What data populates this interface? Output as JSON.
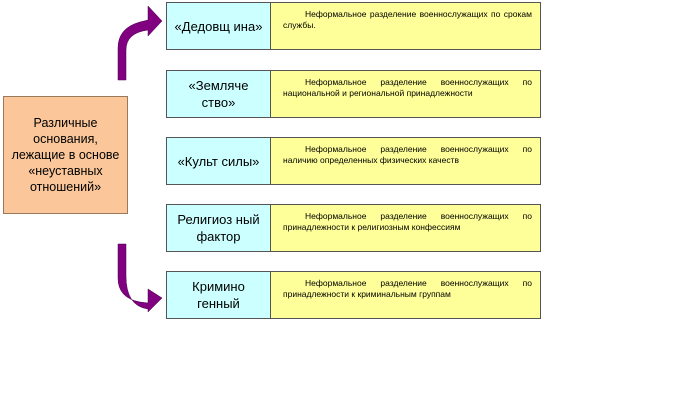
{
  "source": {
    "label": "Различные основания, лежащие в основе «неуставных отношений»",
    "color": "#fbc79a"
  },
  "rows": [
    {
      "name": "«Дедовщ ина»",
      "desc": "Неформальное разделение военнослужащих по срокам службы."
    },
    {
      "name": "«Земляче ство»",
      "desc": "Неформальное разделение военнослужащих по национальной и региональной принадлежности"
    },
    {
      "name": "«Культ силы»",
      "desc": "Неформальное разделение военнослужащих по наличию определенных физических качеств"
    },
    {
      "name": "Религиоз ный фактор",
      "desc": "Неформальное разделение военнослужащих по принадлежности к религиозным конфессиям"
    },
    {
      "name": "Кримино генный",
      "desc": "Неформальное разделение военнослужащих по принадлежности к криминальным группам"
    }
  ],
  "colors": {
    "name_cell": "#ccffff",
    "desc_cell": "#ffff99",
    "arrow": "#800080"
  }
}
